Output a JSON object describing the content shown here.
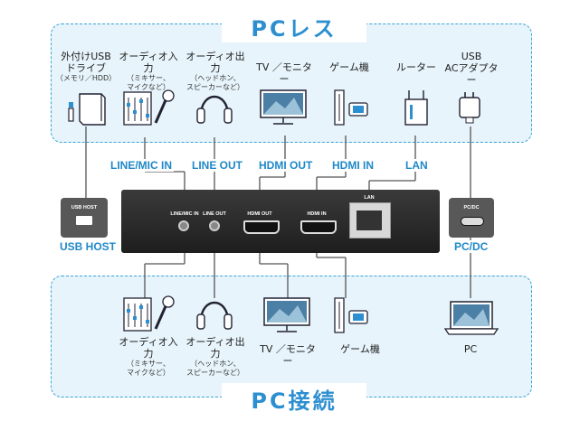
{
  "colors": {
    "accent": "#2d8fd0",
    "panel": "#e7f4fb",
    "device": "#2a2a2a"
  },
  "top_panel": {
    "title": "PCレス",
    "devices": [
      {
        "label": "外付けUSB\nドライブ",
        "sub": "（メモリ／HDD）",
        "icon": "usb-drive-icon"
      },
      {
        "label": "オーディオ入力",
        "sub": "（ミキサー、\nマイクなど）",
        "icon": "mixer-microphone-icon"
      },
      {
        "label": "オーディオ出力",
        "sub": "（ヘッドホン、\nスピーカーなど）",
        "icon": "headphones-icon"
      },
      {
        "label": "TV ／モニター",
        "sub": "",
        "icon": "tv-monitor-icon"
      },
      {
        "label": "ゲーム機",
        "sub": "",
        "icon": "game-console-icon"
      },
      {
        "label": "ルーター",
        "sub": "",
        "icon": "router-icon"
      },
      {
        "label": "USB\nACアダプター",
        "sub": "",
        "icon": "ac-adapter-icon"
      }
    ]
  },
  "bottom_panel": {
    "title": "PC接続",
    "devices": [
      {
        "label": "オーディオ入力",
        "sub": "（ミキサー、\nマイクなど）",
        "icon": "mixer-microphone-icon"
      },
      {
        "label": "オーディオ出力",
        "sub": "（ヘッドホン、\nスピーカーなど）",
        "icon": "headphones-icon"
      },
      {
        "label": "TV ／モニター",
        "sub": "",
        "icon": "tv-monitor-icon"
      },
      {
        "label": "ゲーム機",
        "sub": "",
        "icon": "game-console-icon"
      },
      {
        "label": "PC",
        "sub": "",
        "icon": "laptop-icon"
      }
    ]
  },
  "port_labels": {
    "line_mic_in": "LINE/MIC IN",
    "line_out": "LINE OUT",
    "hdmi_out": "HDMI OUT",
    "hdmi_in": "HDMI IN",
    "lan": "LAN",
    "usb_host": "USB HOST",
    "pc_dc": "PC/DC"
  },
  "device_print": {
    "line_mic_in": "LINE/MIC IN",
    "line_out": "LINE OUT",
    "hdmi_out": "HDMI OUT",
    "hdmi_in": "HDMI IN",
    "lan": "LAN",
    "usb_host": "USB HOST",
    "pc_dc": "PC/DC"
  }
}
